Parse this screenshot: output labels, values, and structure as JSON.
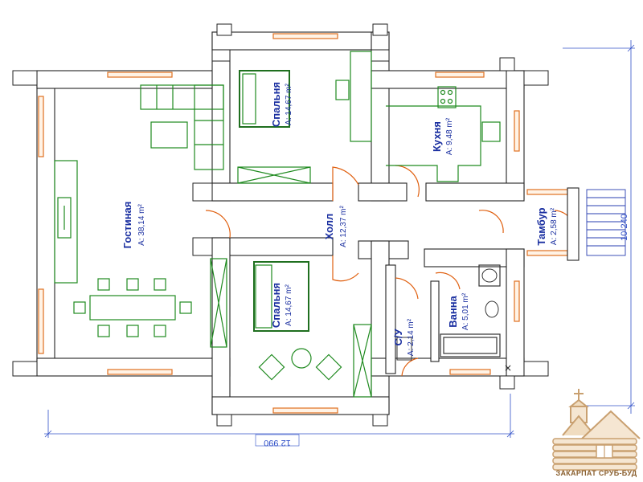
{
  "rooms": {
    "living": {
      "name": "Гостиная",
      "area": "A: 38,14 m²"
    },
    "bedroom_top": {
      "name": "Спальня",
      "area": "A: 14,67 m²"
    },
    "kitchen": {
      "name": "Кухня",
      "area": "A: 9,48 m²"
    },
    "hall": {
      "name": "Холл",
      "area": "A: 12,37 m²"
    },
    "bedroom_bottom": {
      "name": "Спальня",
      "area": "A: 14,67 m²"
    },
    "bath": {
      "name": "Ванна",
      "area": "A: 5,01 m²"
    },
    "wc": {
      "name": "С/У",
      "area": "A: 2,14 m²"
    },
    "vestibule": {
      "name": "Тамбур",
      "area": "A: 2,58 m²"
    }
  },
  "dimensions": {
    "width": "12 990",
    "height": "10 240"
  },
  "logo": {
    "company": "ЗАКАРПАТ СРУБ-БУД"
  },
  "colors": {
    "text": "#1a2fa0",
    "furniture": "#1f8a1f",
    "window": "#e07020",
    "dimension": "#3050c8"
  }
}
